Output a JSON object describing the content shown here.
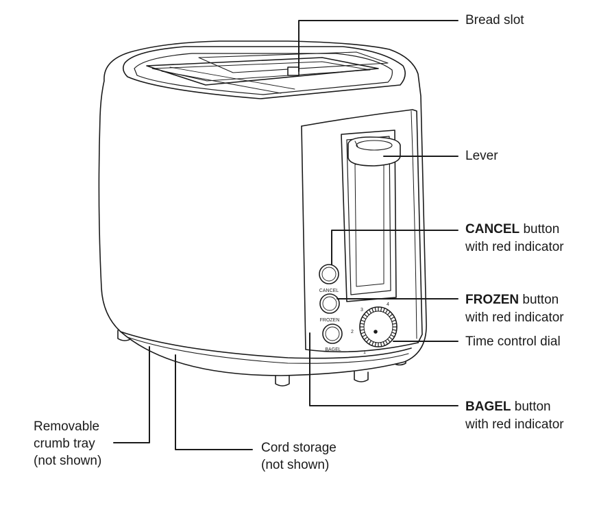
{
  "callouts": {
    "bread_slot": "Bread slot",
    "lever": "Lever",
    "cancel": {
      "bold": "CANCEL",
      "rest": " button",
      "line2": "with red indicator"
    },
    "frozen": {
      "bold": "FROZEN",
      "rest": " button",
      "line2": "with red indicator"
    },
    "time_dial": "Time control dial",
    "bagel": {
      "bold": "BAGEL",
      "rest": " button",
      "line2": "with red indicator"
    },
    "crumb_tray": {
      "line1": "Removable",
      "line2": "crumb tray",
      "line3": "(not shown)"
    },
    "cord_storage": {
      "line1": "Cord storage",
      "line2": "(not shown)"
    }
  },
  "panel_text": {
    "cancel": "CANCEL",
    "frozen": "FROZEN",
    "bagel": "BAGEL",
    "dial_1": "1",
    "dial_2": "2",
    "dial_3": "3",
    "dial_4": "4"
  }
}
